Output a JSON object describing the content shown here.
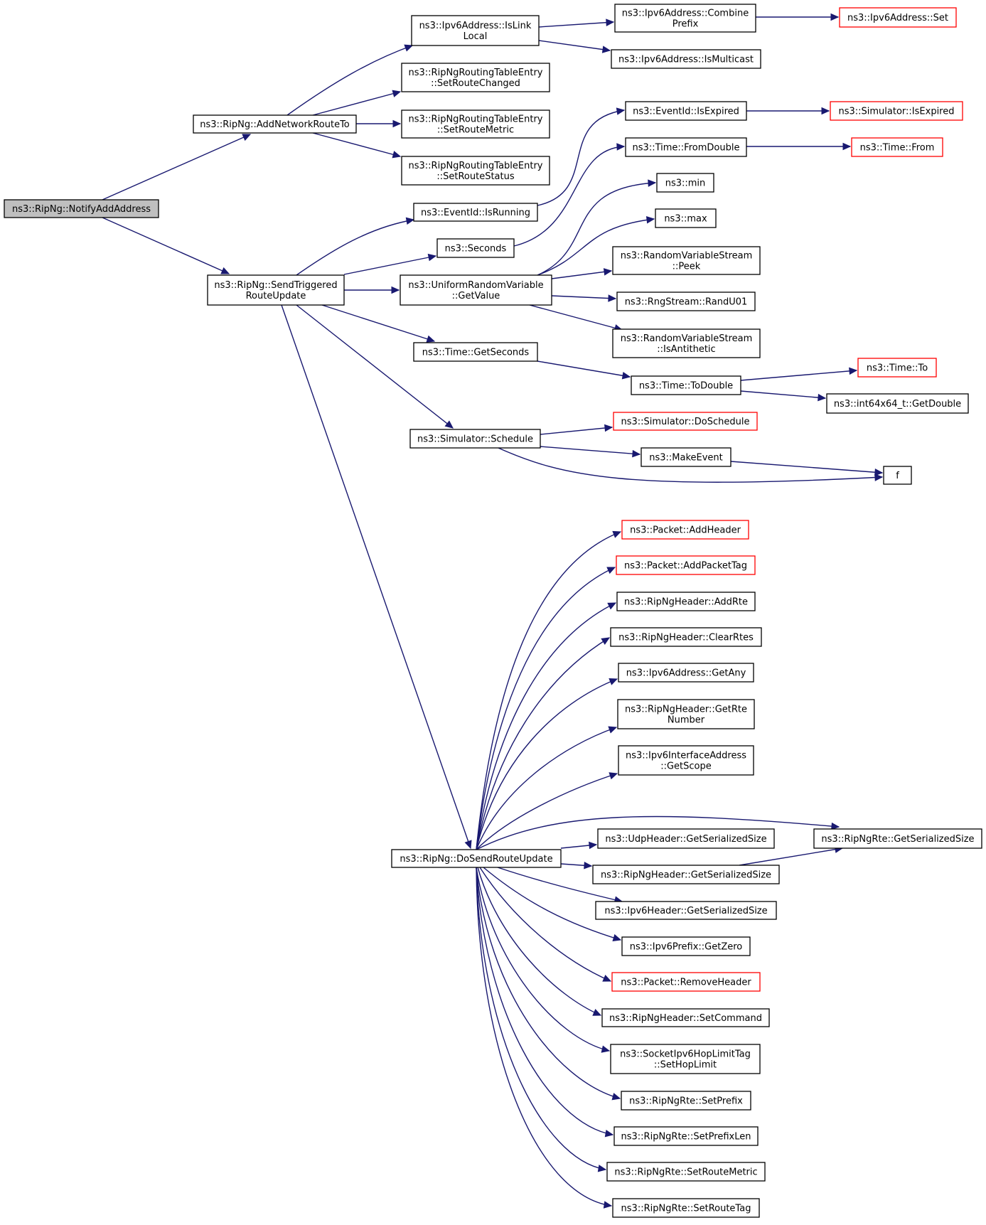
{
  "colors": {
    "edge": "#191970",
    "node_border": "#000000",
    "node_border_truncated": "#ff0000",
    "root_fill": "#bfbfbf",
    "node_fill": "#ffffff",
    "text": "#000000"
  },
  "nodes": [
    {
      "id": "n_notify",
      "lines": [
        "ns3::RipNg::NotifyAddAddress"
      ],
      "root": true
    },
    {
      "id": "n_addnet",
      "lines": [
        "ns3::RipNg::AddNetworkRouteTo"
      ]
    },
    {
      "id": "n_islink",
      "lines": [
        "ns3::Ipv6Address::IsLink",
        "Local"
      ]
    },
    {
      "id": "n_combine",
      "lines": [
        "ns3::Ipv6Address::Combine",
        "Prefix"
      ]
    },
    {
      "id": "n_set",
      "lines": [
        "ns3::Ipv6Address::Set"
      ],
      "truncated": true
    },
    {
      "id": "n_ismulti",
      "lines": [
        "ns3::Ipv6Address::IsMulticast"
      ]
    },
    {
      "id": "n_setchanged",
      "lines": [
        "ns3::RipNgRoutingTableEntry",
        "::SetRouteChanged"
      ]
    },
    {
      "id": "n_setmetric",
      "lines": [
        "ns3::RipNgRoutingTableEntry",
        "::SetRouteMetric"
      ]
    },
    {
      "id": "n_setstatus",
      "lines": [
        "ns3::RipNgRoutingTableEntry",
        "::SetRouteStatus"
      ]
    },
    {
      "id": "n_sendtrig",
      "lines": [
        "ns3::RipNg::SendTriggered",
        "RouteUpdate"
      ]
    },
    {
      "id": "n_isrunning",
      "lines": [
        "ns3::EventId::IsRunning"
      ]
    },
    {
      "id": "n_isexpired",
      "lines": [
        "ns3::EventId::IsExpired"
      ]
    },
    {
      "id": "n_simexpired",
      "lines": [
        "ns3::Simulator::IsExpired"
      ],
      "truncated": true
    },
    {
      "id": "n_seconds",
      "lines": [
        "ns3::Seconds"
      ]
    },
    {
      "id": "n_fromdouble",
      "lines": [
        "ns3::Time::FromDouble"
      ]
    },
    {
      "id": "n_from",
      "lines": [
        "ns3::Time::From"
      ],
      "truncated": true
    },
    {
      "id": "n_getvalue",
      "lines": [
        "ns3::UniformRandomVariable",
        "::GetValue"
      ]
    },
    {
      "id": "n_min",
      "lines": [
        "ns3::min"
      ]
    },
    {
      "id": "n_max",
      "lines": [
        "ns3::max"
      ]
    },
    {
      "id": "n_peek",
      "lines": [
        "ns3::RandomVariableStream",
        "::Peek"
      ]
    },
    {
      "id": "n_randu01",
      "lines": [
        "ns3::RngStream::RandU01"
      ]
    },
    {
      "id": "n_isanti",
      "lines": [
        "ns3::RandomVariableStream",
        "::IsAntithetic"
      ]
    },
    {
      "id": "n_getseconds",
      "lines": [
        "ns3::Time::GetSeconds"
      ]
    },
    {
      "id": "n_todouble",
      "lines": [
        "ns3::Time::ToDouble"
      ]
    },
    {
      "id": "n_to",
      "lines": [
        "ns3::Time::To"
      ],
      "truncated": true
    },
    {
      "id": "n_getdouble",
      "lines": [
        "ns3::int64x64_t::GetDouble"
      ]
    },
    {
      "id": "n_schedule",
      "lines": [
        "ns3::Simulator::Schedule"
      ]
    },
    {
      "id": "n_doschedule",
      "lines": [
        "ns3::Simulator::DoSchedule"
      ],
      "truncated": true
    },
    {
      "id": "n_makeevent",
      "lines": [
        "ns3::MakeEvent"
      ]
    },
    {
      "id": "n_f",
      "lines": [
        "f"
      ]
    },
    {
      "id": "n_dosend",
      "lines": [
        "ns3::RipNg::DoSendRouteUpdate"
      ]
    },
    {
      "id": "n_addheader",
      "lines": [
        "ns3::Packet::AddHeader"
      ],
      "truncated": true
    },
    {
      "id": "n_addpackettag",
      "lines": [
        "ns3::Packet::AddPacketTag"
      ],
      "truncated": true
    },
    {
      "id": "n_addrte",
      "lines": [
        "ns3::RipNgHeader::AddRte"
      ]
    },
    {
      "id": "n_clearrtes",
      "lines": [
        "ns3::RipNgHeader::ClearRtes"
      ]
    },
    {
      "id": "n_getany",
      "lines": [
        "ns3::Ipv6Address::GetAny"
      ]
    },
    {
      "id": "n_getrtenum",
      "lines": [
        "ns3::RipNgHeader::GetRte",
        "Number"
      ]
    },
    {
      "id": "n_getscope",
      "lines": [
        "ns3::Ipv6InterfaceAddress",
        "::GetScope"
      ]
    },
    {
      "id": "n_udpsize",
      "lines": [
        "ns3::UdpHeader::GetSerializedSize"
      ]
    },
    {
      "id": "n_rtesize",
      "lines": [
        "ns3::RipNgRte::GetSerializedSize"
      ]
    },
    {
      "id": "n_hdrsize",
      "lines": [
        "ns3::RipNgHeader::GetSerializedSize"
      ]
    },
    {
      "id": "n_ipv6size",
      "lines": [
        "ns3::Ipv6Header::GetSerializedSize"
      ]
    },
    {
      "id": "n_getzero",
      "lines": [
        "ns3::Ipv6Prefix::GetZero"
      ]
    },
    {
      "id": "n_removeheader",
      "lines": [
        "ns3::Packet::RemoveHeader"
      ],
      "truncated": true
    },
    {
      "id": "n_setcommand",
      "lines": [
        "ns3::RipNgHeader::SetCommand"
      ]
    },
    {
      "id": "n_sethoplimit",
      "lines": [
        "ns3::SocketIpv6HopLimitTag",
        "::SetHopLimit"
      ]
    },
    {
      "id": "n_setprefix",
      "lines": [
        "ns3::RipNgRte::SetPrefix"
      ]
    },
    {
      "id": "n_setprefixlen",
      "lines": [
        "ns3::RipNgRte::SetPrefixLen"
      ]
    },
    {
      "id": "n_setroutemetric",
      "lines": [
        "ns3::RipNgRte::SetRouteMetric"
      ]
    },
    {
      "id": "n_setroutetag",
      "lines": [
        "ns3::RipNgRte::SetRouteTag"
      ]
    }
  ],
  "edges": [
    [
      "n_notify",
      "n_addnet"
    ],
    [
      "n_notify",
      "n_sendtrig"
    ],
    [
      "n_addnet",
      "n_islink"
    ],
    [
      "n_addnet",
      "n_setchanged"
    ],
    [
      "n_addnet",
      "n_setmetric"
    ],
    [
      "n_addnet",
      "n_setstatus"
    ],
    [
      "n_islink",
      "n_combine"
    ],
    [
      "n_islink",
      "n_ismulti"
    ],
    [
      "n_combine",
      "n_set"
    ],
    [
      "n_sendtrig",
      "n_isrunning"
    ],
    [
      "n_sendtrig",
      "n_seconds"
    ],
    [
      "n_sendtrig",
      "n_getvalue"
    ],
    [
      "n_sendtrig",
      "n_getseconds"
    ],
    [
      "n_sendtrig",
      "n_schedule"
    ],
    [
      "n_sendtrig",
      "n_dosend"
    ],
    [
      "n_isrunning",
      "n_isexpired"
    ],
    [
      "n_isexpired",
      "n_simexpired"
    ],
    [
      "n_seconds",
      "n_fromdouble"
    ],
    [
      "n_fromdouble",
      "n_from"
    ],
    [
      "n_getvalue",
      "n_min"
    ],
    [
      "n_getvalue",
      "n_max"
    ],
    [
      "n_getvalue",
      "n_peek"
    ],
    [
      "n_getvalue",
      "n_randu01"
    ],
    [
      "n_getvalue",
      "n_isanti"
    ],
    [
      "n_getseconds",
      "n_todouble"
    ],
    [
      "n_todouble",
      "n_to"
    ],
    [
      "n_todouble",
      "n_getdouble"
    ],
    [
      "n_schedule",
      "n_doschedule"
    ],
    [
      "n_schedule",
      "n_makeevent"
    ],
    [
      "n_schedule",
      "n_f"
    ],
    [
      "n_makeevent",
      "n_f"
    ],
    [
      "n_dosend",
      "n_addheader"
    ],
    [
      "n_dosend",
      "n_addpackettag"
    ],
    [
      "n_dosend",
      "n_addrte"
    ],
    [
      "n_dosend",
      "n_clearrtes"
    ],
    [
      "n_dosend",
      "n_getany"
    ],
    [
      "n_dosend",
      "n_getrtenum"
    ],
    [
      "n_dosend",
      "n_getscope"
    ],
    [
      "n_dosend",
      "n_rtesize"
    ],
    [
      "n_dosend",
      "n_udpsize"
    ],
    [
      "n_dosend",
      "n_hdrsize"
    ],
    [
      "n_hdrsize",
      "n_rtesize"
    ],
    [
      "n_dosend",
      "n_ipv6size"
    ],
    [
      "n_dosend",
      "n_getzero"
    ],
    [
      "n_dosend",
      "n_removeheader"
    ],
    [
      "n_dosend",
      "n_setcommand"
    ],
    [
      "n_dosend",
      "n_sethoplimit"
    ],
    [
      "n_dosend",
      "n_setprefix"
    ],
    [
      "n_dosend",
      "n_setprefixlen"
    ],
    [
      "n_dosend",
      "n_setroutemetric"
    ],
    [
      "n_dosend",
      "n_setroutetag"
    ]
  ]
}
